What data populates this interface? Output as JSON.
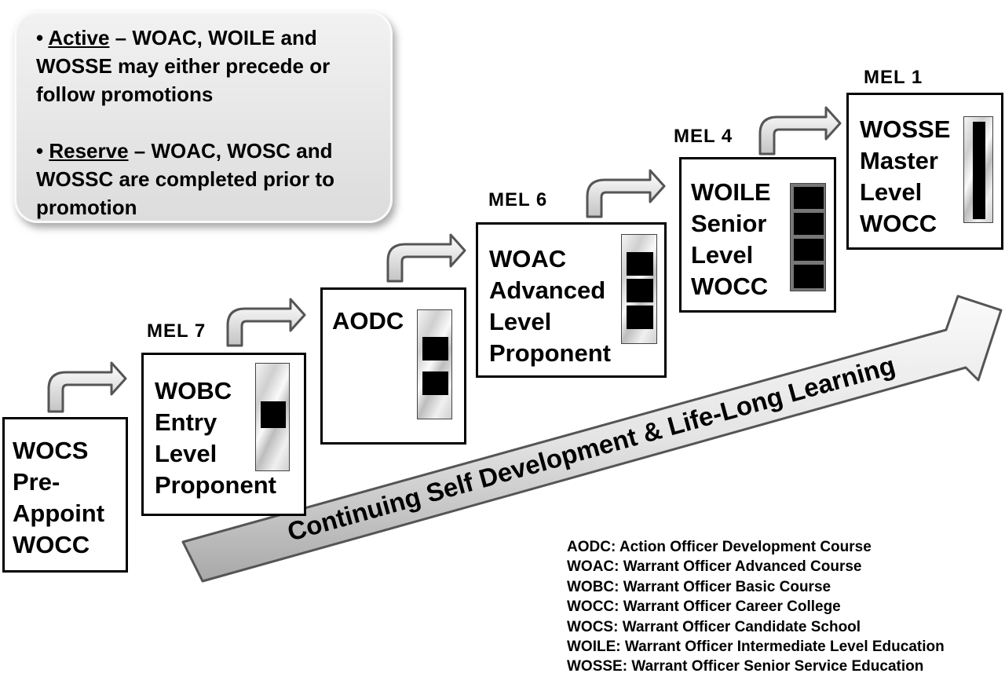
{
  "note": {
    "active_term": "Active",
    "active_rest": " – WOAC, WOILE and WOSSE may either precede or follow promotions",
    "reserve_term": "Reserve",
    "reserve_rest": " – WOAC, WOSC and WOSSC are completed prior to promotion"
  },
  "stages": {
    "wocs": {
      "lines": [
        "WOCS",
        "Pre-",
        "Appoint",
        "WOCC"
      ]
    },
    "wobc": {
      "mel": "MEL  7",
      "lines": [
        "WOBC",
        "Entry",
        "Level",
        "Proponent"
      ]
    },
    "aodc": {
      "lines": [
        "AODC"
      ]
    },
    "woac": {
      "mel": "MEL  6",
      "lines": [
        "WOAC",
        "Advanced",
        "Level",
        "Proponent"
      ]
    },
    "woile": {
      "mel": "MEL  4",
      "lines": [
        "WOILE",
        "Senior",
        "Level",
        "WOCC"
      ]
    },
    "wosse": {
      "mel": "MEL  1",
      "lines": [
        "WOSSE",
        "Master",
        "Level",
        "WOCC"
      ]
    }
  },
  "big_arrow_text": "Continuing Self Development & Life-Long Learning",
  "legend": [
    "AODC:  Action Officer Development Course",
    "WOAC:  Warrant Officer Advanced Course",
    "WOBC:  Warrant Officer Basic Course",
    "WOCC:  Warrant Officer Career College",
    "WOCS:  Warrant Officer Candidate School",
    "WOILE:  Warrant Officer Intermediate Level Education",
    "WOSSE:  Warrant Officer Senior Service Education"
  ],
  "colors": {
    "arrow_fill_light": "#f5f5f5",
    "arrow_fill_dark": "#b8b8b8",
    "outline": "#555555"
  }
}
